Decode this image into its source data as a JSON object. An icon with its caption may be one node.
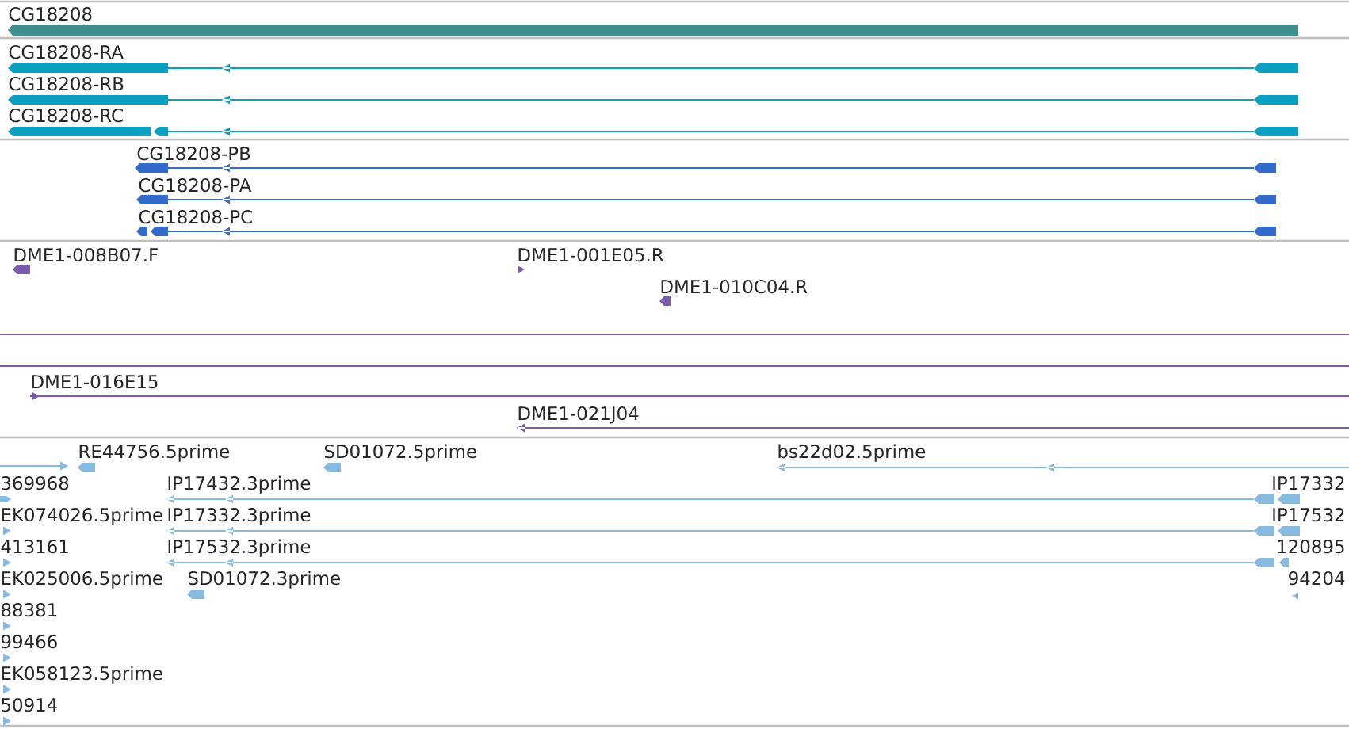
{
  "diagram": {
    "labels": [
      "CG18208",
      "CG18208-RA",
      "CG18208-RB",
      "CG18208-RC",
      "CG18208-PB",
      "CG18208-PA",
      "CG18208-PC",
      "DME1-008B07.F",
      "DME1-001E05.R",
      "DME1-010C04.R",
      "DME1-016E15",
      "DME1-021J04",
      "RE44756.5prime",
      "SD01072.5prime",
      "bs22d02.5prime",
      "369968",
      "IP17432.3prime",
      "IP17332",
      "EK074026.5prime",
      "IP17332.3prime",
      "IP17532",
      "413161",
      "IP17532.3prime",
      "120895",
      "EK025006.5prime",
      "SD01072.3prime",
      "94204",
      "88381",
      "99466",
      "EK058123.5prime",
      "50914"
    ]
  }
}
